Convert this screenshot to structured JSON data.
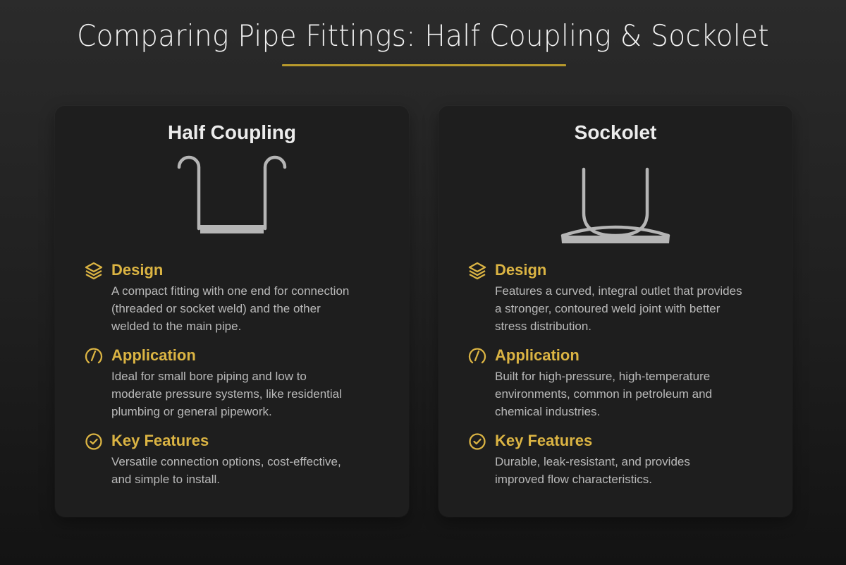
{
  "header": {
    "title": "Comparing Pipe Fittings: Half Coupling & Sockolet",
    "accent_color": "#b89a2c"
  },
  "colors": {
    "heading": "#dbb443",
    "body_text": "#b9b9b9",
    "card_bg": "#1e1e1e",
    "illustration": "#b5b5b5"
  },
  "cards": [
    {
      "title": "Half Coupling",
      "illustration": "half-coupling-diagram",
      "sections": [
        {
          "icon": "layers-icon",
          "label": "Design",
          "lines": [
            "A compact fitting with one end for connection",
            "(threaded or socket weld) and the other",
            "welded to the main pipe."
          ]
        },
        {
          "icon": "gauge-icon",
          "label": "Application",
          "lines": [
            "Ideal for small bore piping and low to",
            "moderate pressure systems, like residential",
            "plumbing or general pipework."
          ]
        },
        {
          "icon": "check-circle-icon",
          "label": "Key Features",
          "lines": [
            "Versatile connection options, cost-effective,",
            "and simple to install."
          ]
        }
      ]
    },
    {
      "title": "Sockolet",
      "illustration": "sockolet-diagram",
      "sections": [
        {
          "icon": "layers-icon",
          "label": "Design",
          "lines": [
            "Features a curved, integral outlet that provides",
            "a stronger, contoured weld joint with better",
            "stress distribution."
          ]
        },
        {
          "icon": "gauge-icon",
          "label": "Application",
          "lines": [
            "Built for high-pressure, high-temperature",
            "environments, common in petroleum and",
            "chemical industries."
          ]
        },
        {
          "icon": "check-circle-icon",
          "label": "Key Features",
          "lines": [
            "Durable, leak-resistant, and provides",
            "improved flow characteristics."
          ]
        }
      ]
    }
  ]
}
